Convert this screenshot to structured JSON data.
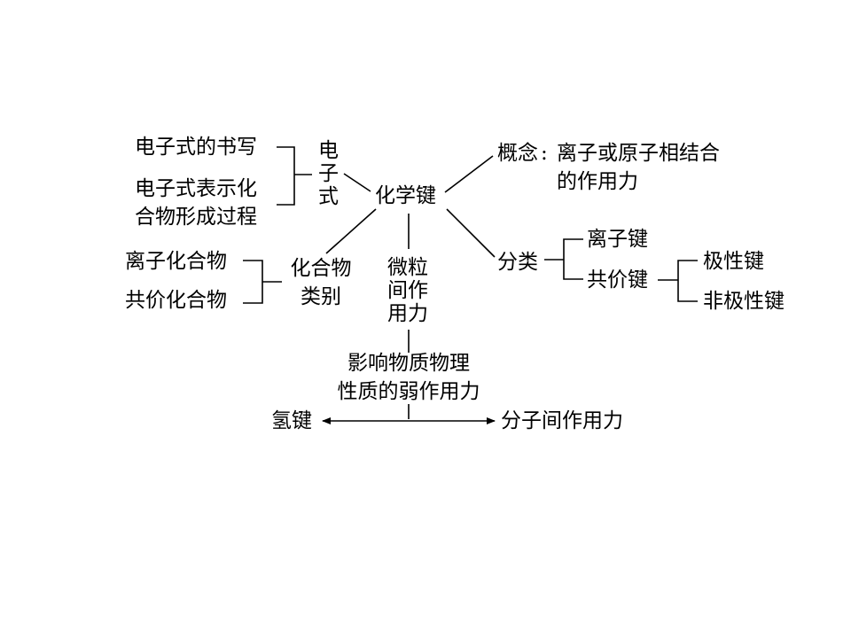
{
  "diagram": {
    "center": "化学键",
    "electron_formula": {
      "label": "电\n子\n式",
      "items": [
        "电子式的书写",
        "电子式表示化\n合物形成过程"
      ]
    },
    "concept": {
      "label": "概念",
      "separator": ":",
      "text": "离子或原子相结合\n的作用力"
    },
    "classification": {
      "label": "分类",
      "ionic_bond": "离子键",
      "covalent_bond": "共价键",
      "polar_bond": "极性键",
      "nonpolar_bond": "非极性键"
    },
    "compound_category": {
      "label": "化合物\n类别",
      "items": [
        "离子化合物",
        "共价化合物"
      ]
    },
    "intermolecular": {
      "label": "微粒\n间作\n用力",
      "effect": "影响物质物理\n性质的弱作用力",
      "hydrogen_bond": "氢键",
      "intermolecular_force": "分子间作用力"
    }
  }
}
